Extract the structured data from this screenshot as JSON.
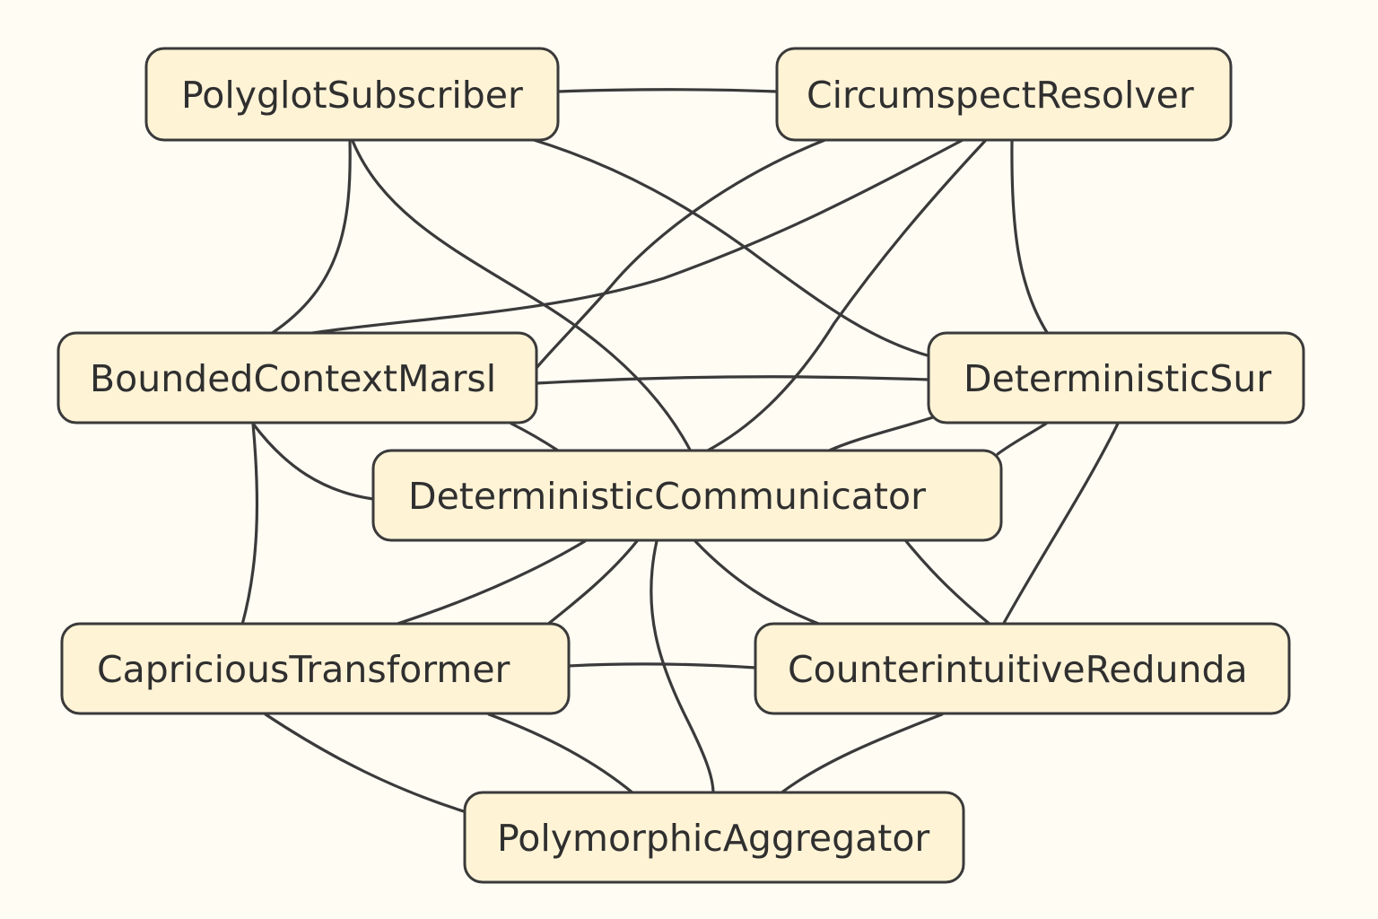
{
  "diagram": {
    "background": "#fffcf4",
    "node_fill": "#fff3d6",
    "stroke_color": "#3a3a3a",
    "text_color": "#2f2f2f",
    "nodes": [
      {
        "id": "polyglot",
        "label": "PolyglotSubscriber"
      },
      {
        "id": "circumspect",
        "label": "CircumspectResolver"
      },
      {
        "id": "bounded",
        "label": "BoundedContextMarsl"
      },
      {
        "id": "detsur",
        "label": "DeterministicSur"
      },
      {
        "id": "detcomm",
        "label": "DeterministicCommunicator"
      },
      {
        "id": "capricious",
        "label": "CapriciousTransformer"
      },
      {
        "id": "counter",
        "label": "CounterintuitiveRedunda"
      },
      {
        "id": "polymorphic",
        "label": "PolymorphicAggregator"
      }
    ],
    "edges": [
      {
        "from": "polyglot",
        "to": "circumspect"
      },
      {
        "from": "polyglot",
        "to": "bounded"
      },
      {
        "from": "polyglot",
        "to": "detcomm"
      },
      {
        "from": "polyglot",
        "to": "detsur"
      },
      {
        "from": "circumspect",
        "to": "bounded"
      },
      {
        "from": "circumspect",
        "to": "bounded"
      },
      {
        "from": "circumspect",
        "to": "detcomm"
      },
      {
        "from": "circumspect",
        "to": "detsur"
      },
      {
        "from": "bounded",
        "to": "detsur"
      },
      {
        "from": "bounded",
        "to": "detcomm"
      },
      {
        "from": "bounded",
        "to": "detcomm"
      },
      {
        "from": "bounded",
        "to": "capricious"
      },
      {
        "from": "detsur",
        "to": "detcomm"
      },
      {
        "from": "detsur",
        "to": "detcomm"
      },
      {
        "from": "detsur",
        "to": "counter"
      },
      {
        "from": "detcomm",
        "to": "capricious"
      },
      {
        "from": "detcomm",
        "to": "capricious"
      },
      {
        "from": "detcomm",
        "to": "counter"
      },
      {
        "from": "detcomm",
        "to": "counter"
      },
      {
        "from": "detcomm",
        "to": "polymorphic"
      },
      {
        "from": "capricious",
        "to": "counter"
      },
      {
        "from": "capricious",
        "to": "polymorphic"
      },
      {
        "from": "capricious",
        "to": "polymorphic"
      },
      {
        "from": "counter",
        "to": "polymorphic"
      }
    ]
  }
}
